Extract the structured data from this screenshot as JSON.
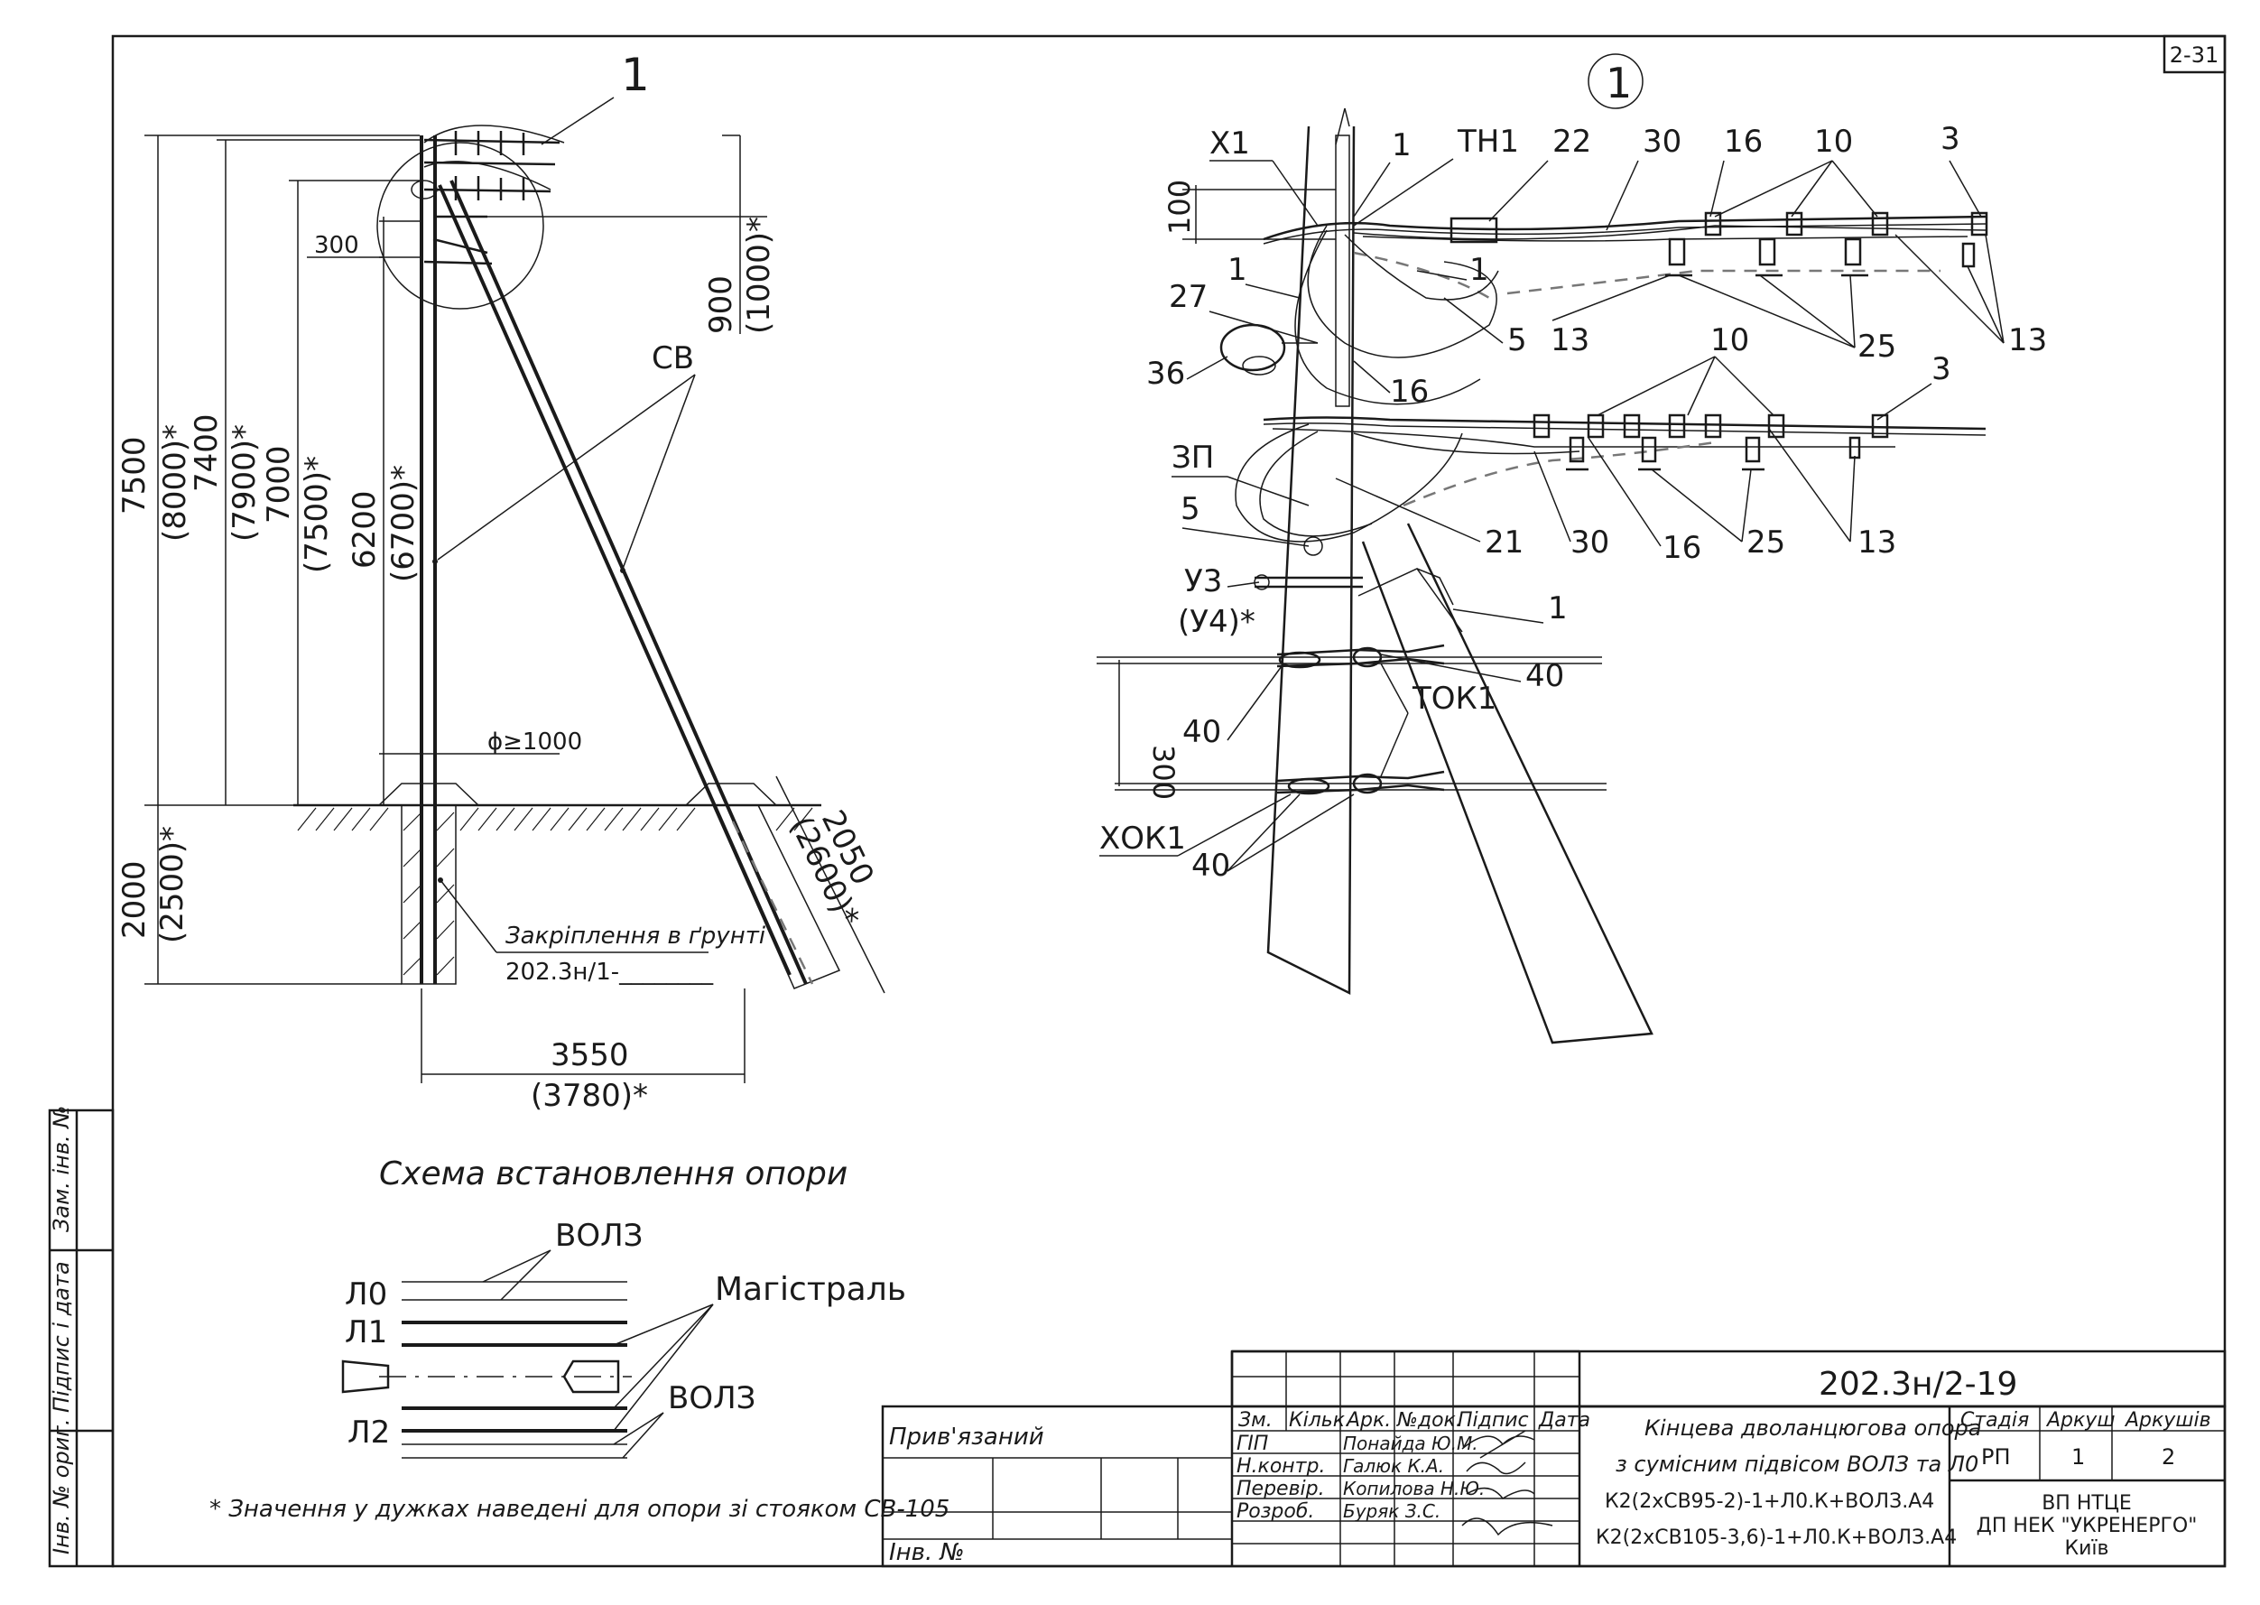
{
  "sheet": {
    "sheet_code": "2-31"
  },
  "scheme": {
    "callout": "1",
    "dim_7500": "7500",
    "dim_8000": "(8000)*",
    "dim_7400": "7400",
    "dim_7900": "(7900)*",
    "dim_7000": "7000",
    "dim_7500b": "(7500)*",
    "dim_6200": "6200",
    "dim_6700": "(6700)*",
    "dim_300": "300",
    "dim_900": "900",
    "dim_1000": "(1000)*",
    "label_sv": "СВ",
    "dim_phi": "ϕ≥1000",
    "dim_2000": "2000",
    "dim_2500": "(2500)*",
    "dim_2050": "2050",
    "dim_2600": "(2600)*",
    "anchor_note": "Закріплення в ґрунті",
    "anchor_ref": "202.3н/1-________",
    "dim_3550": "3550",
    "dim_3780": "(3780)*"
  },
  "detail": {
    "callout": "1",
    "labels": {
      "x1": "Х1",
      "one_a": "1",
      "tn1": "ТН1",
      "n22": "22",
      "n30a": "30",
      "n16a": "16",
      "n10a": "10",
      "n3a": "3",
      "dim100": "100",
      "one_b": "1",
      "n27": "27",
      "one_c": "1",
      "n5a": "5",
      "n13a": "13",
      "n10b": "10",
      "n25a": "25",
      "n13b": "13",
      "n36": "36",
      "n16b": "16",
      "n3b": "3",
      "zp": "ЗП",
      "n5b": "5",
      "n21": "21",
      "n30b": "30",
      "n16c": "16",
      "n25b": "25",
      "n13c": "13",
      "u3": "У3",
      "u4": "(У4)*",
      "one_d": "1",
      "n40a": "40",
      "dim300": "300",
      "n40b": "40",
      "tok1": "ТОК1",
      "xok1": "ХОК1",
      "n40c": "40"
    }
  },
  "install": {
    "title": "Схема встановлення опори",
    "vol3_top": "ВОЛЗ",
    "l0": "Л0",
    "l1": "Л1",
    "magistral": "Магістраль",
    "vol3_bottom": "ВОЛЗ",
    "l2": "Л2"
  },
  "footnote": "* Значення у дужках наведені для опори зі стояком СВ-105",
  "side_stamp": {
    "zam_inv": "Зам. інв. №",
    "pidpys": "Підпис і дата",
    "inv_orig": "Інв. № ориг."
  },
  "title_block": {
    "pryvyazanyi": "Прив'язаний",
    "inv_no": "Інв. №",
    "code": "202.3н/2-19",
    "headers": [
      "Зм.",
      "Кільк.",
      "Арк.",
      "№док.",
      "Підпис",
      "Дата"
    ],
    "roles": [
      {
        "role": "ГІП",
        "name": "Понайда Ю.М."
      },
      {
        "role": "Н.контр.",
        "name": "Галюк К.А."
      },
      {
        "role": "Перевір.",
        "name": "Копилова Н.Ю."
      },
      {
        "role": "Розроб.",
        "name": "Буряк З.С."
      }
    ],
    "desc_lines": [
      "Кінцева дволанцюгова опора",
      "з сумісним підвісом ВОЛЗ та Л0",
      "К2(2хСВ95-2)-1+Л0.К+ВОЛЗ.А4",
      "К2(2хСВ105-3,6)-1+Л0.К+ВОЛЗ.А4"
    ],
    "stadia_label": "Стадія",
    "arkush_label": "Аркуш",
    "arkushiv_label": "Аркушів",
    "stadia": "РП",
    "arkush": "1",
    "arkushiv": "2",
    "org_lines": [
      "ВП НТЦЕ",
      "ДП НЕК \"УКРЕНЕРГО\"",
      "Київ"
    ]
  }
}
